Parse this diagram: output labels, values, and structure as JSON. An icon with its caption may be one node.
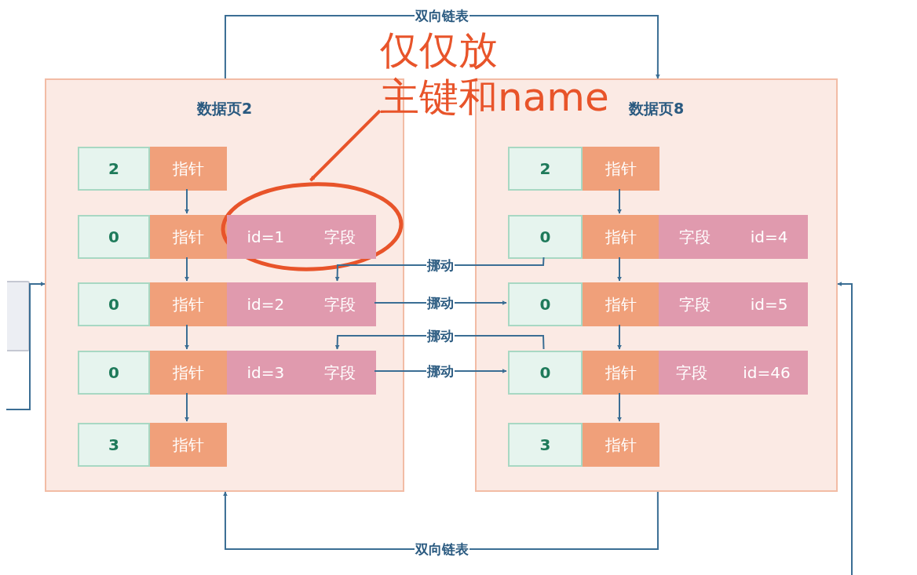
{
  "diagram": {
    "nodes": [
      {
        "text": [
          "数据页2"
        ]
      },
      {
        "text": [
          "2"
        ],
        "in": 0
      },
      {
        "text": [
          "指针"
        ],
        "in": 0
      },
      {
        "text": [
          "0"
        ],
        "in": 0
      },
      {
        "text": [
          "指针"
        ],
        "in": 0
      },
      {
        "text": [],
        "shape": "circle",
        "in": 0
      },
      {
        "text": [
          "id=1",
          "字段"
        ],
        "in": 5
      },
      {
        "text": [
          "0"
        ],
        "in": 0
      },
      {
        "text": [
          "指针"
        ],
        "in": 0
      },
      {
        "text": [
          "id=2",
          "字段"
        ],
        "in": 0
      },
      {
        "text": [
          "0"
        ],
        "in": 0
      },
      {
        "text": [
          "指针"
        ],
        "in": 0
      },
      {
        "text": [
          "id=3",
          "字段"
        ],
        "in": 0
      },
      {
        "text": [
          "3"
        ],
        "in": 0
      },
      {
        "text": [
          "指针"
        ],
        "in": 0
      },
      {
        "text": [
          "数据页8"
        ]
      },
      {
        "text": [
          "2"
        ],
        "in": 15
      },
      {
        "text": [
          "指针"
        ],
        "in": 15
      },
      {
        "text": [
          "0"
        ],
        "in": 15
      },
      {
        "text": [
          "指针"
        ],
        "in": 15
      },
      {
        "text": [
          "字段",
          "id=4"
        ],
        "in": 15
      },
      {
        "text": [
          "0"
        ],
        "in": 15
      },
      {
        "text": [
          "指针"
        ],
        "in": 15
      },
      {
        "text": [
          "字段",
          "id=5"
        ],
        "in": 15
      },
      {
        "text": [
          "0"
        ],
        "in": 15
      },
      {
        "text": [
          "指针"
        ],
        "in": 15
      },
      {
        "text": [
          "字段",
          "id=46"
        ],
        "in": 15
      },
      {
        "text": [
          "3"
        ],
        "in": 15
      },
      {
        "text": [
          "指针"
        ],
        "in": 15
      },
      {
        "text": [
          "仅仅放主键和name"
        ]
      },
      {
        "text": [],
        "shape": "box"
      }
    ],
    "edges": [
      {
        "from": 0,
        "to": 15,
        "arrow": "to",
        "label": "双向链表"
      },
      {
        "from": 15,
        "to": 0,
        "arrow": "to",
        "label": "双向链表"
      },
      {
        "from": null,
        "to": 0,
        "arrow": "to"
      },
      {
        "from": null,
        "to": 15,
        "arrow": "to"
      },
      {
        "from": 2,
        "to": 4,
        "arrow": "to"
      },
      {
        "from": 4,
        "to": 8,
        "arrow": "to"
      },
      {
        "from": 8,
        "to": 11,
        "arrow": "to"
      },
      {
        "from": 11,
        "to": 14,
        "arrow": "to"
      },
      {
        "from": 17,
        "to": 19,
        "arrow": "to"
      },
      {
        "from": 19,
        "to": 22,
        "arrow": "to"
      },
      {
        "from": 22,
        "to": 25,
        "arrow": "to"
      },
      {
        "from": 25,
        "to": 28,
        "arrow": "to"
      },
      {
        "from": 18,
        "to": 9,
        "arrow": "to",
        "label": "挪动"
      },
      {
        "from": 9,
        "to": 21,
        "arrow": "to",
        "label": "挪动"
      },
      {
        "from": 24,
        "to": 12,
        "arrow": "to",
        "label": "挪动"
      },
      {
        "from": 12,
        "to": 24,
        "arrow": "to",
        "label": "挪动"
      },
      {
        "from": 29,
        "to": 5,
        "arrow": "to",
        "style": "thick",
        "color": "#e8542a"
      }
    ]
  }
}
